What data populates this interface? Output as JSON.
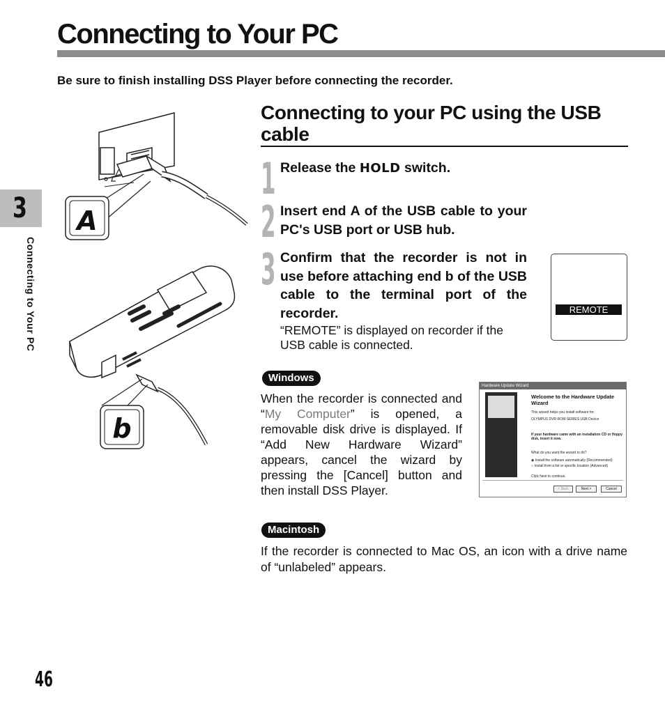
{
  "header": {
    "title": "Connecting to Your PC",
    "intro": "Be sure to finish installing DSS Player before connecting the recorder."
  },
  "side_tab": {
    "chapter": "3",
    "label": "Connecting to Your PC"
  },
  "illustration": {
    "label_a": "A",
    "label_b": "b"
  },
  "section": {
    "title": "Connecting to your PC using the USB cable"
  },
  "steps": [
    {
      "num": "1",
      "pre": "Release the ",
      "key": "HOLD",
      "post": " switch."
    },
    {
      "num": "2",
      "text": "Insert end A of the USB cable to your PC's USB port or USB hub."
    },
    {
      "num": "3",
      "text": "Confirm that the recorder is not in use before attaching end b of the USB cable to the terminal port of the recorder.",
      "note": "“REMOTE” is displayed on recorder if the USB cable is connected."
    }
  ],
  "display": {
    "label": "REMOTE"
  },
  "windows": {
    "badge": "Windows",
    "text_before": "When the recorder is connected and “",
    "link": "My Computer",
    "text_after": "” is opened, a removable disk drive is displayed. If “Add New Hardware Wizard” appears, cancel the wizard by pressing the [Cancel] button and then install DSS Player."
  },
  "wizard": {
    "titlebar": "Hardware Update Wizard",
    "heading": "Welcome to the Hardware Update Wizard",
    "line1": "This wizard helps you install software for:",
    "device": "OLYMPUS DVR-ROM SERIES USB Device",
    "cd_note": "If your hardware came with an installation CD or floppy disk, insert it now.",
    "question": "What do you want the wizard to do?",
    "option1": "Install the software automatically (Recommended)",
    "option2": "Install from a list or specific location (Advanced)",
    "continue": "Click Next to continue.",
    "btn_back": "< Back",
    "btn_next": "Next >",
    "btn_cancel": "Cancel"
  },
  "macintosh": {
    "badge": "Macintosh",
    "text": "If the recorder is connected to Mac OS, an icon with a drive name of “unlabeled” appears."
  },
  "footer": {
    "page_number": "46"
  }
}
